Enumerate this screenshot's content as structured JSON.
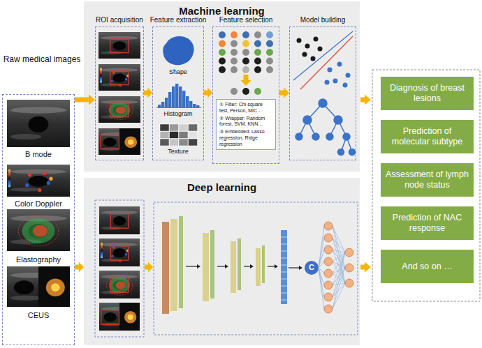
{
  "diagram": {
    "nodes": [
      {
        "text": [
          "Raw medical images",
          "B mode",
          "Color Doppler",
          "Elastography",
          "CEUS"
        ]
      },
      {
        "text": [
          "Machine learning"
        ]
      },
      {
        "text": [
          "ROI acquisition"
        ],
        "in": 1
      },
      {
        "text": [
          "Feature extraction",
          "Shape",
          "Histogram",
          "Texture"
        ],
        "in": 1
      },
      {
        "text": [
          "Feature selection"
        ],
        "in": 1
      },
      {
        "text": [
          "① Filter: Chi-square test, Person, MIC…",
          "② Wrapper: Random forest, SVM, KNN…",
          "③ Embedded: Lasso regression, Ridge regression"
        ],
        "in": 4
      },
      {
        "text": [
          "Model building"
        ],
        "in": 1
      },
      {
        "text": [
          "Deep learning"
        ]
      },
      {
        "text": [
          "C"
        ],
        "in": 7
      },
      {
        "text": [
          "Diagnosis of breast lesions"
        ]
      },
      {
        "text": [
          "Prediction of molecular subtype"
        ]
      },
      {
        "text": [
          "Assessment of lymph node status"
        ]
      },
      {
        "text": [
          "Prediction of NAC response"
        ]
      },
      {
        "text": [
          "And so on …"
        ]
      }
    ],
    "edges": [
      {
        "from": 0,
        "to": 2,
        "arrow": "to"
      },
      {
        "from": 0,
        "to": 7,
        "arrow": "to"
      },
      {
        "from": 2,
        "to": 3,
        "arrow": "to"
      },
      {
        "from": 3,
        "to": 4,
        "arrow": "to"
      },
      {
        "from": 4,
        "to": 6,
        "arrow": "to"
      }
    ]
  }
}
